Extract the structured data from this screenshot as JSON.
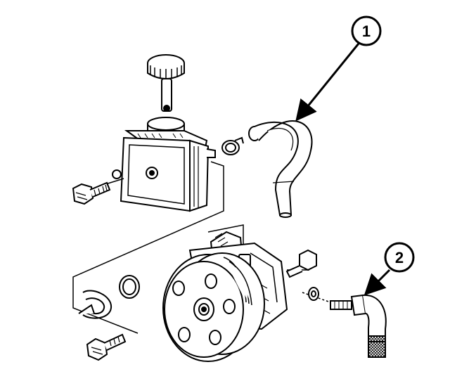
{
  "callouts": [
    {
      "number": "1",
      "target": "reservoir-hose"
    },
    {
      "number": "2",
      "target": "pressure-line-fitting"
    }
  ]
}
